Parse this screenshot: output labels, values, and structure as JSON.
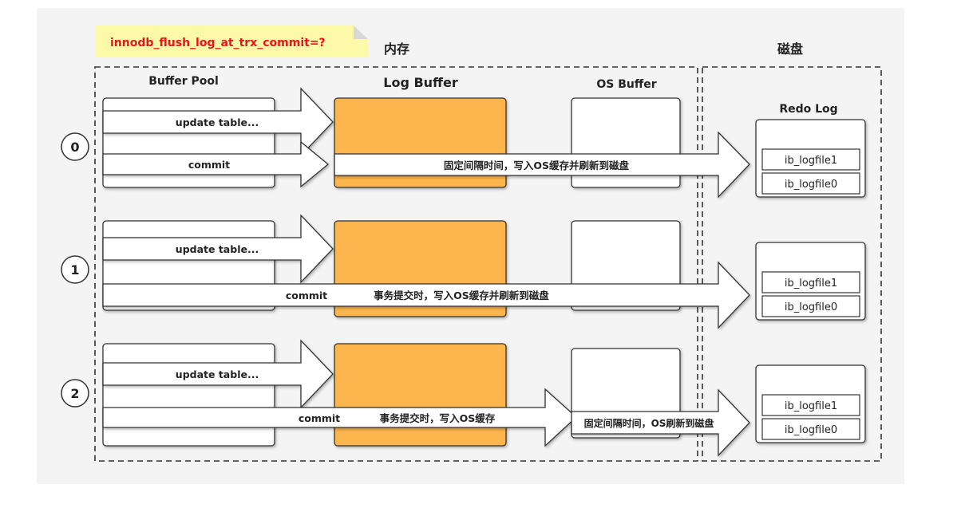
{
  "question_note": "innodb_flush_log_at_trx_commit=?",
  "region_memory": "内存",
  "region_disk": "磁盘",
  "headers": {
    "buffer_pool": "Buffer Pool",
    "log_buffer": "Log Buffer",
    "os_buffer": "OS Buffer",
    "redo_log": "Redo Log"
  },
  "rows": [
    {
      "id": "0",
      "update_label": "update table...",
      "commit_label": "commit",
      "flush_label": "固定间隔时间，写入OS缓存并刷新到磁盘",
      "files": [
        "ib_logfile1",
        "ib_logfile0"
      ]
    },
    {
      "id": "1",
      "update_label": "update table...",
      "commit_label": "commit",
      "flush_label": "事务提交时，写入OS缓存并刷新到磁盘",
      "files": [
        "ib_logfile1",
        "ib_logfile0"
      ]
    },
    {
      "id": "2",
      "update_label": "update table...",
      "commit_label": "commit",
      "flush_label": "事务提交时，写入OS缓存",
      "os_flush_label": "固定间隔时间，OS刷新到磁盘",
      "files": [
        "ib_logfile1",
        "ib_logfile0"
      ]
    }
  ],
  "colors": {
    "note_bg": "#fcf9a8",
    "note_text": "#e8141c",
    "log_buffer_fill": "#fdb54d",
    "stroke": "#333333",
    "panel_bg": "#f4f4f4"
  }
}
